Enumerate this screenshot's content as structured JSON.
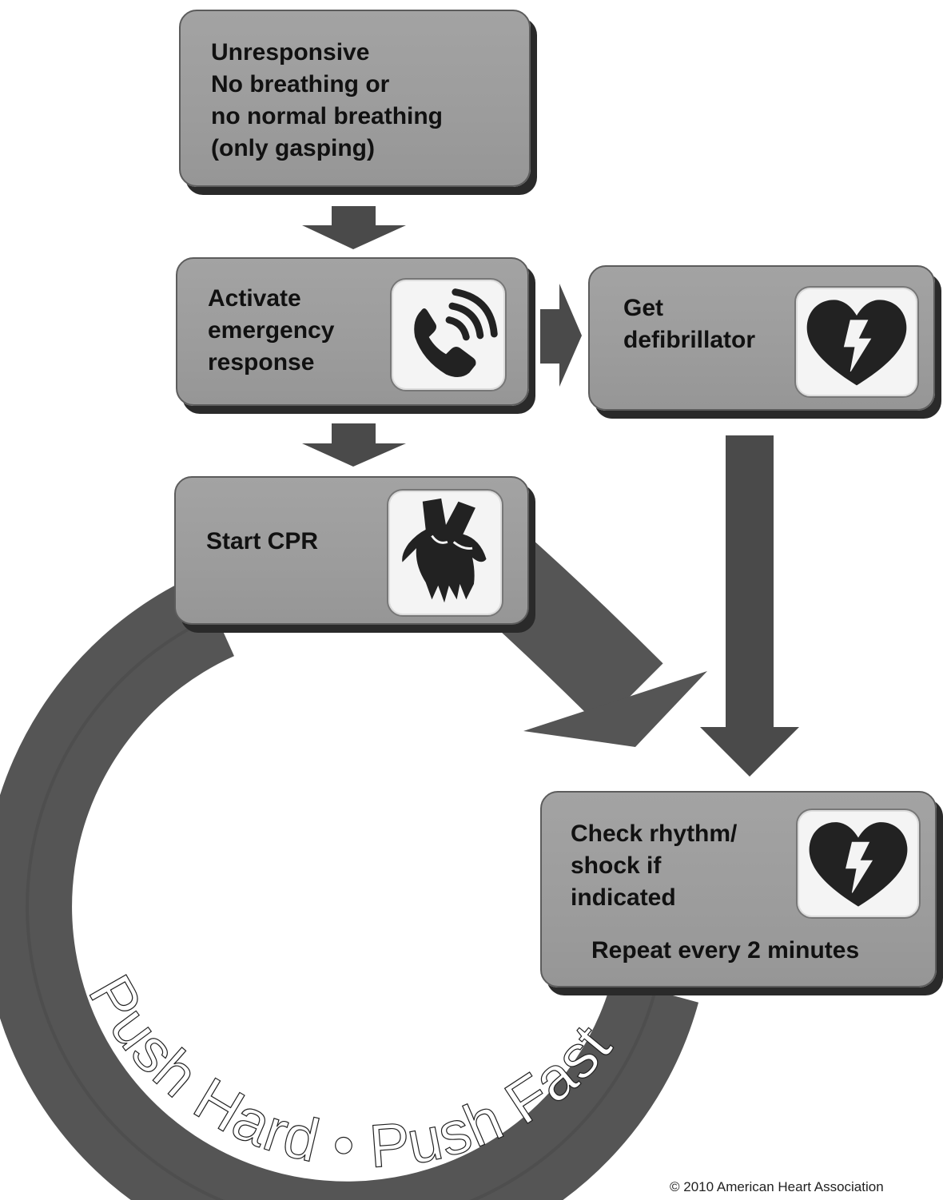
{
  "steps": {
    "unresponsive": {
      "lines": [
        "Unresponsive",
        "No breathing or",
        "no normal breathing",
        "(only gasping)"
      ]
    },
    "activate": {
      "lines": [
        "Activate",
        "emergency",
        "response"
      ],
      "icon": "phone-icon"
    },
    "defibrillator": {
      "lines": [
        "Get",
        "defibrillator"
      ],
      "icon": "heart-lightning-icon"
    },
    "cpr": {
      "lines": [
        "Start CPR"
      ],
      "icon": "cpr-hands-icon"
    },
    "check": {
      "lines": [
        "Check rhythm/",
        "shock if",
        "indicated"
      ],
      "note": "Repeat every 2 minutes",
      "icon": "heart-lightning-icon"
    }
  },
  "loop": {
    "label": "Push Hard • Push Fast"
  },
  "footer": {
    "copyright": "© 2010 American Heart Association"
  },
  "colors": {
    "box_fill": "#9f9f9f",
    "arrow": "#4a4a4a",
    "loop_band": "#555555",
    "icon_dark": "#222222"
  }
}
